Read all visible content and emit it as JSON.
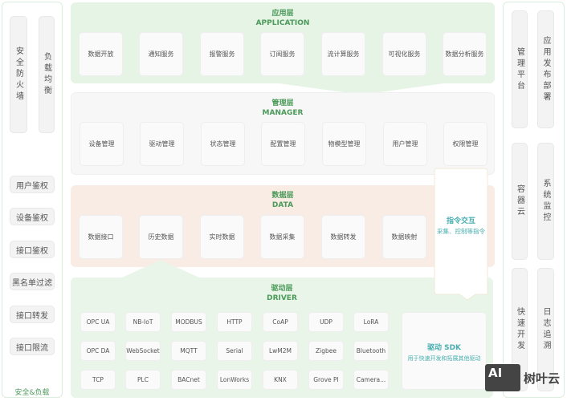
{
  "left_panel": {
    "pills": [
      "安全防火墙",
      "负载均衡"
    ],
    "items": [
      "用户鉴权",
      "设备鉴权",
      "接口鉴权",
      "黑名单过滤",
      "接口转发",
      "接口限流"
    ],
    "footer": "安全&负载"
  },
  "application": {
    "title": "应用层",
    "subtitle": "APPLICATION",
    "items": [
      "数据开放",
      "通知服务",
      "报警服务",
      "订阅服务",
      "流计算服务",
      "可视化服务",
      "数据分析服务"
    ]
  },
  "manager": {
    "title": "管理层",
    "subtitle": "MANAGER",
    "items": [
      "设备管理",
      "驱动管理",
      "状态管理",
      "配置管理",
      "物模型管理",
      "用户管理",
      "权限管理"
    ]
  },
  "data": {
    "title": "数据层",
    "subtitle": "DATA",
    "items": [
      "数据接口",
      "历史数据",
      "实时数据",
      "数据采集",
      "数据转发",
      "数据映射"
    ]
  },
  "command": {
    "title": "指令交互",
    "desc": "采集、控制等指令"
  },
  "driver": {
    "title": "驱动层",
    "subtitle": "DRIVER",
    "protocols": [
      [
        "OPC UA",
        "NB-IoT",
        "MODBUS",
        "HTTP",
        "CoAP",
        "UDP",
        "LoRA"
      ],
      [
        "OPC DA",
        "WebSocket",
        "MQTT",
        "Serial",
        "LwM2M",
        "Zigbee",
        "Bluetooth"
      ],
      [
        "TCP",
        "PLC",
        "BACnet",
        "LonWorks",
        "KNX",
        "Grove PI",
        "Camera..."
      ]
    ],
    "sdk_title": "驱动 SDK",
    "sdk_desc": "用于快速开发和拓展其他驱动"
  },
  "right_panel": {
    "pills": [
      "管理平台",
      "应用发布部署",
      "容器云",
      "系统监控",
      "快速开发",
      "日志追溯"
    ]
  },
  "watermark": {
    "logo": "AI",
    "text": "树叶云"
  },
  "colors": {
    "accent": "#4c9a5a",
    "teal": "#4aaeb0",
    "app_bg": "#e6f4e6",
    "manager_bg": "#f7f7f7",
    "data_bg": "#f8ece4",
    "driver_bg": "#e8f5e8"
  }
}
